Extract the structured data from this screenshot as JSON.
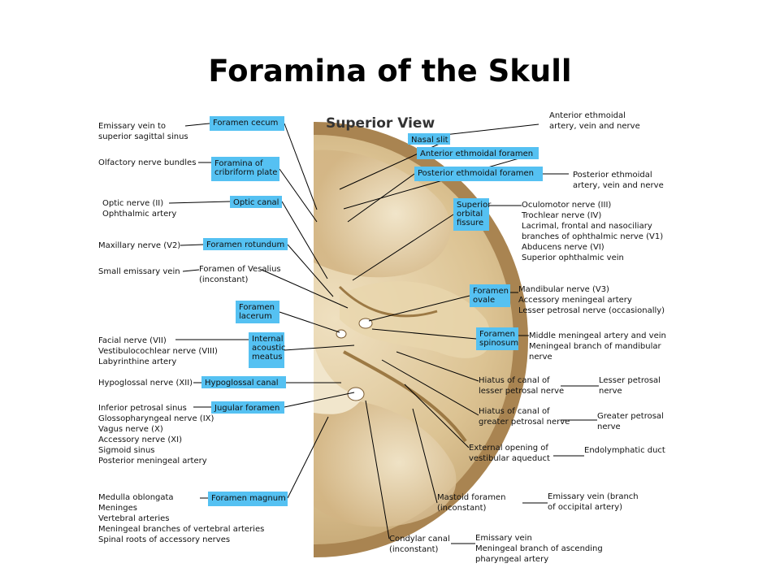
{
  "page": {
    "title": "Foramina of the Skull"
  },
  "diagram": {
    "view_title": "Superior View",
    "colors": {
      "foramen_box": "#55c1f2",
      "bone": "#d8bd8b",
      "line": "#000000"
    },
    "foramen_labels": [
      {
        "id": "foramen-cecum",
        "lines": [
          "Foramen cecum"
        ]
      },
      {
        "id": "foramina-of-cribriform-plate",
        "lines": [
          "Foramina of",
          "cribriform plate"
        ]
      },
      {
        "id": "optic-canal",
        "lines": [
          "Optic canal"
        ]
      },
      {
        "id": "foramen-rotundum",
        "lines": [
          "Foramen rotundum"
        ]
      },
      {
        "id": "foramen-lacerum",
        "lines": [
          "Foramen",
          "lacerum"
        ]
      },
      {
        "id": "internal-acoustic-meatus",
        "lines": [
          "Internal",
          "acoustic",
          "meatus"
        ]
      },
      {
        "id": "hypoglossal-canal",
        "lines": [
          "Hypoglossal canal"
        ]
      },
      {
        "id": "jugular-foramen",
        "lines": [
          "Jugular foramen"
        ]
      },
      {
        "id": "foramen-magnum",
        "lines": [
          "Foramen magnum"
        ]
      },
      {
        "id": "nasal-slit",
        "lines": [
          "Nasal slit"
        ]
      },
      {
        "id": "anterior-ethmoidal-foramen",
        "lines": [
          "Anterior ethmoidal foramen"
        ]
      },
      {
        "id": "posterior-ethmoidal-foramen",
        "lines": [
          "Posterior ethmoidal foramen"
        ]
      },
      {
        "id": "superior-orbital-fissure",
        "lines": [
          "Superior",
          "orbital",
          "fissure"
        ]
      },
      {
        "id": "foramen-ovale",
        "lines": [
          "Foramen",
          "ovale"
        ]
      },
      {
        "id": "foramen-spinosum",
        "lines": [
          "Foramen",
          "spinosum"
        ]
      }
    ],
    "plain_labels": [
      {
        "id": "foramen-of-vesalius",
        "lines": [
          "Foramen of Vesalius",
          "(inconstant)"
        ]
      },
      {
        "id": "hiatus-lesser-petrosal",
        "lines": [
          "Hiatus of canal of",
          "lesser petrosal nerve"
        ]
      },
      {
        "id": "hiatus-greater-petrosal",
        "lines": [
          "Hiatus of canal of",
          "greater petrosal nerve"
        ]
      },
      {
        "id": "external-opening-vestibular-aqueduct",
        "lines": [
          "External opening of",
          "vestibular aqueduct"
        ]
      },
      {
        "id": "mastoid-foramen",
        "lines": [
          "Mastoid foramen",
          "(inconstant)"
        ]
      },
      {
        "id": "condylar-canal",
        "lines": [
          "Condylar canal",
          "(inconstant)"
        ]
      }
    ],
    "contents_labels": [
      {
        "id": "emissary-vein-sagittal",
        "lines": [
          "Emissary vein to",
          "superior sagittal sinus"
        ]
      },
      {
        "id": "olfactory-nerve-bundles",
        "lines": [
          "Olfactory nerve bundles"
        ]
      },
      {
        "id": "optic-nerve",
        "lines": [
          "Optic nerve (II)",
          "Ophthalmic artery"
        ]
      },
      {
        "id": "maxillary-nerve",
        "lines": [
          "Maxillary nerve (V2)"
        ]
      },
      {
        "id": "small-emissary-vein",
        "lines": [
          "Small emissary vein"
        ]
      },
      {
        "id": "facial-nerve-group",
        "lines": [
          "Facial nerve (VII)",
          "Vestibulocochlear nerve (VIII)",
          "Labyrinthine artery"
        ]
      },
      {
        "id": "hypoglossal-nerve",
        "lines": [
          "Hypoglossal nerve (XII)"
        ]
      },
      {
        "id": "jugular-contents",
        "lines": [
          "Inferior petrosal sinus",
          "Glossopharyngeal nerve (IX)",
          "Vagus nerve (X)",
          "Accessory nerve (XI)",
          "Sigmoid sinus",
          "Posterior meningeal artery"
        ]
      },
      {
        "id": "magnum-contents",
        "lines": [
          "Medulla oblongata",
          "Meninges",
          "Vertebral arteries",
          "Meningeal branches of vertebral arteries",
          "Spinal roots of accessory nerves"
        ]
      },
      {
        "id": "anterior-ethmoidal-contents",
        "lines": [
          "Anterior ethmoidal",
          "artery, vein and nerve"
        ]
      },
      {
        "id": "posterior-ethmoidal-contents",
        "lines": [
          "Posterior ethmoidal",
          "artery, vein and nerve"
        ]
      },
      {
        "id": "orbital-fissure-contents",
        "lines": [
          "Oculomotor nerve (III)",
          "Trochlear nerve (IV)",
          "Lacrimal, frontal and nasociliary",
          "branches of ophthalmic nerve (V1)",
          "Abducens nerve (VI)",
          "Superior ophthalmic vein"
        ]
      },
      {
        "id": "ovale-contents",
        "lines": [
          "Mandibular nerve (V3)",
          "Accessory meningeal artery",
          "Lesser petrosal nerve (occasionally)"
        ]
      },
      {
        "id": "spinosum-contents",
        "lines": [
          "Middle meningeal artery and vein",
          "Meningeal branch of mandibular",
          "nerve"
        ]
      },
      {
        "id": "lesser-petrosal-nerve",
        "lines": [
          "Lesser petrosal",
          "nerve"
        ]
      },
      {
        "id": "greater-petrosal-nerve",
        "lines": [
          "Greater petrosal",
          "nerve"
        ]
      },
      {
        "id": "endolymphatic-duct",
        "lines": [
          "Endolymphatic duct"
        ]
      },
      {
        "id": "emissary-vein-occipital",
        "lines": [
          "Emissary vein (branch",
          "of occipital artery)"
        ]
      },
      {
        "id": "condylar-contents",
        "lines": [
          "Emissary vein",
          "Meningeal branch of ascending",
          "pharyngeal artery"
        ]
      }
    ]
  }
}
